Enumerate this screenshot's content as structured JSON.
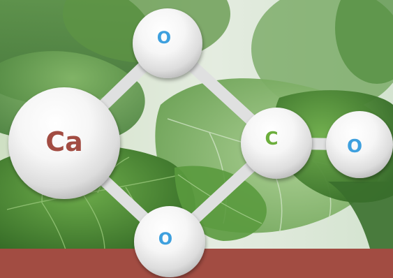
{
  "colors": {
    "band": "#a24c42",
    "calcium_label": "#a24c42",
    "carbon_label": "#6cae3c",
    "oxygen_label": "#3ea0de",
    "bond": "#dfe0e0",
    "leaf_dark": "#2e6b22",
    "leaf_mid": "#4a8a34",
    "leaf_light": "#8fbf6c"
  },
  "molecule": {
    "atoms": [
      {
        "id": "calcium",
        "symbol": "Ca"
      },
      {
        "id": "oxygen-top",
        "symbol": "O"
      },
      {
        "id": "carbon",
        "symbol": "C"
      },
      {
        "id": "oxygen-bottom",
        "symbol": "O"
      },
      {
        "id": "oxygen-right",
        "symbol": "O"
      }
    ]
  }
}
